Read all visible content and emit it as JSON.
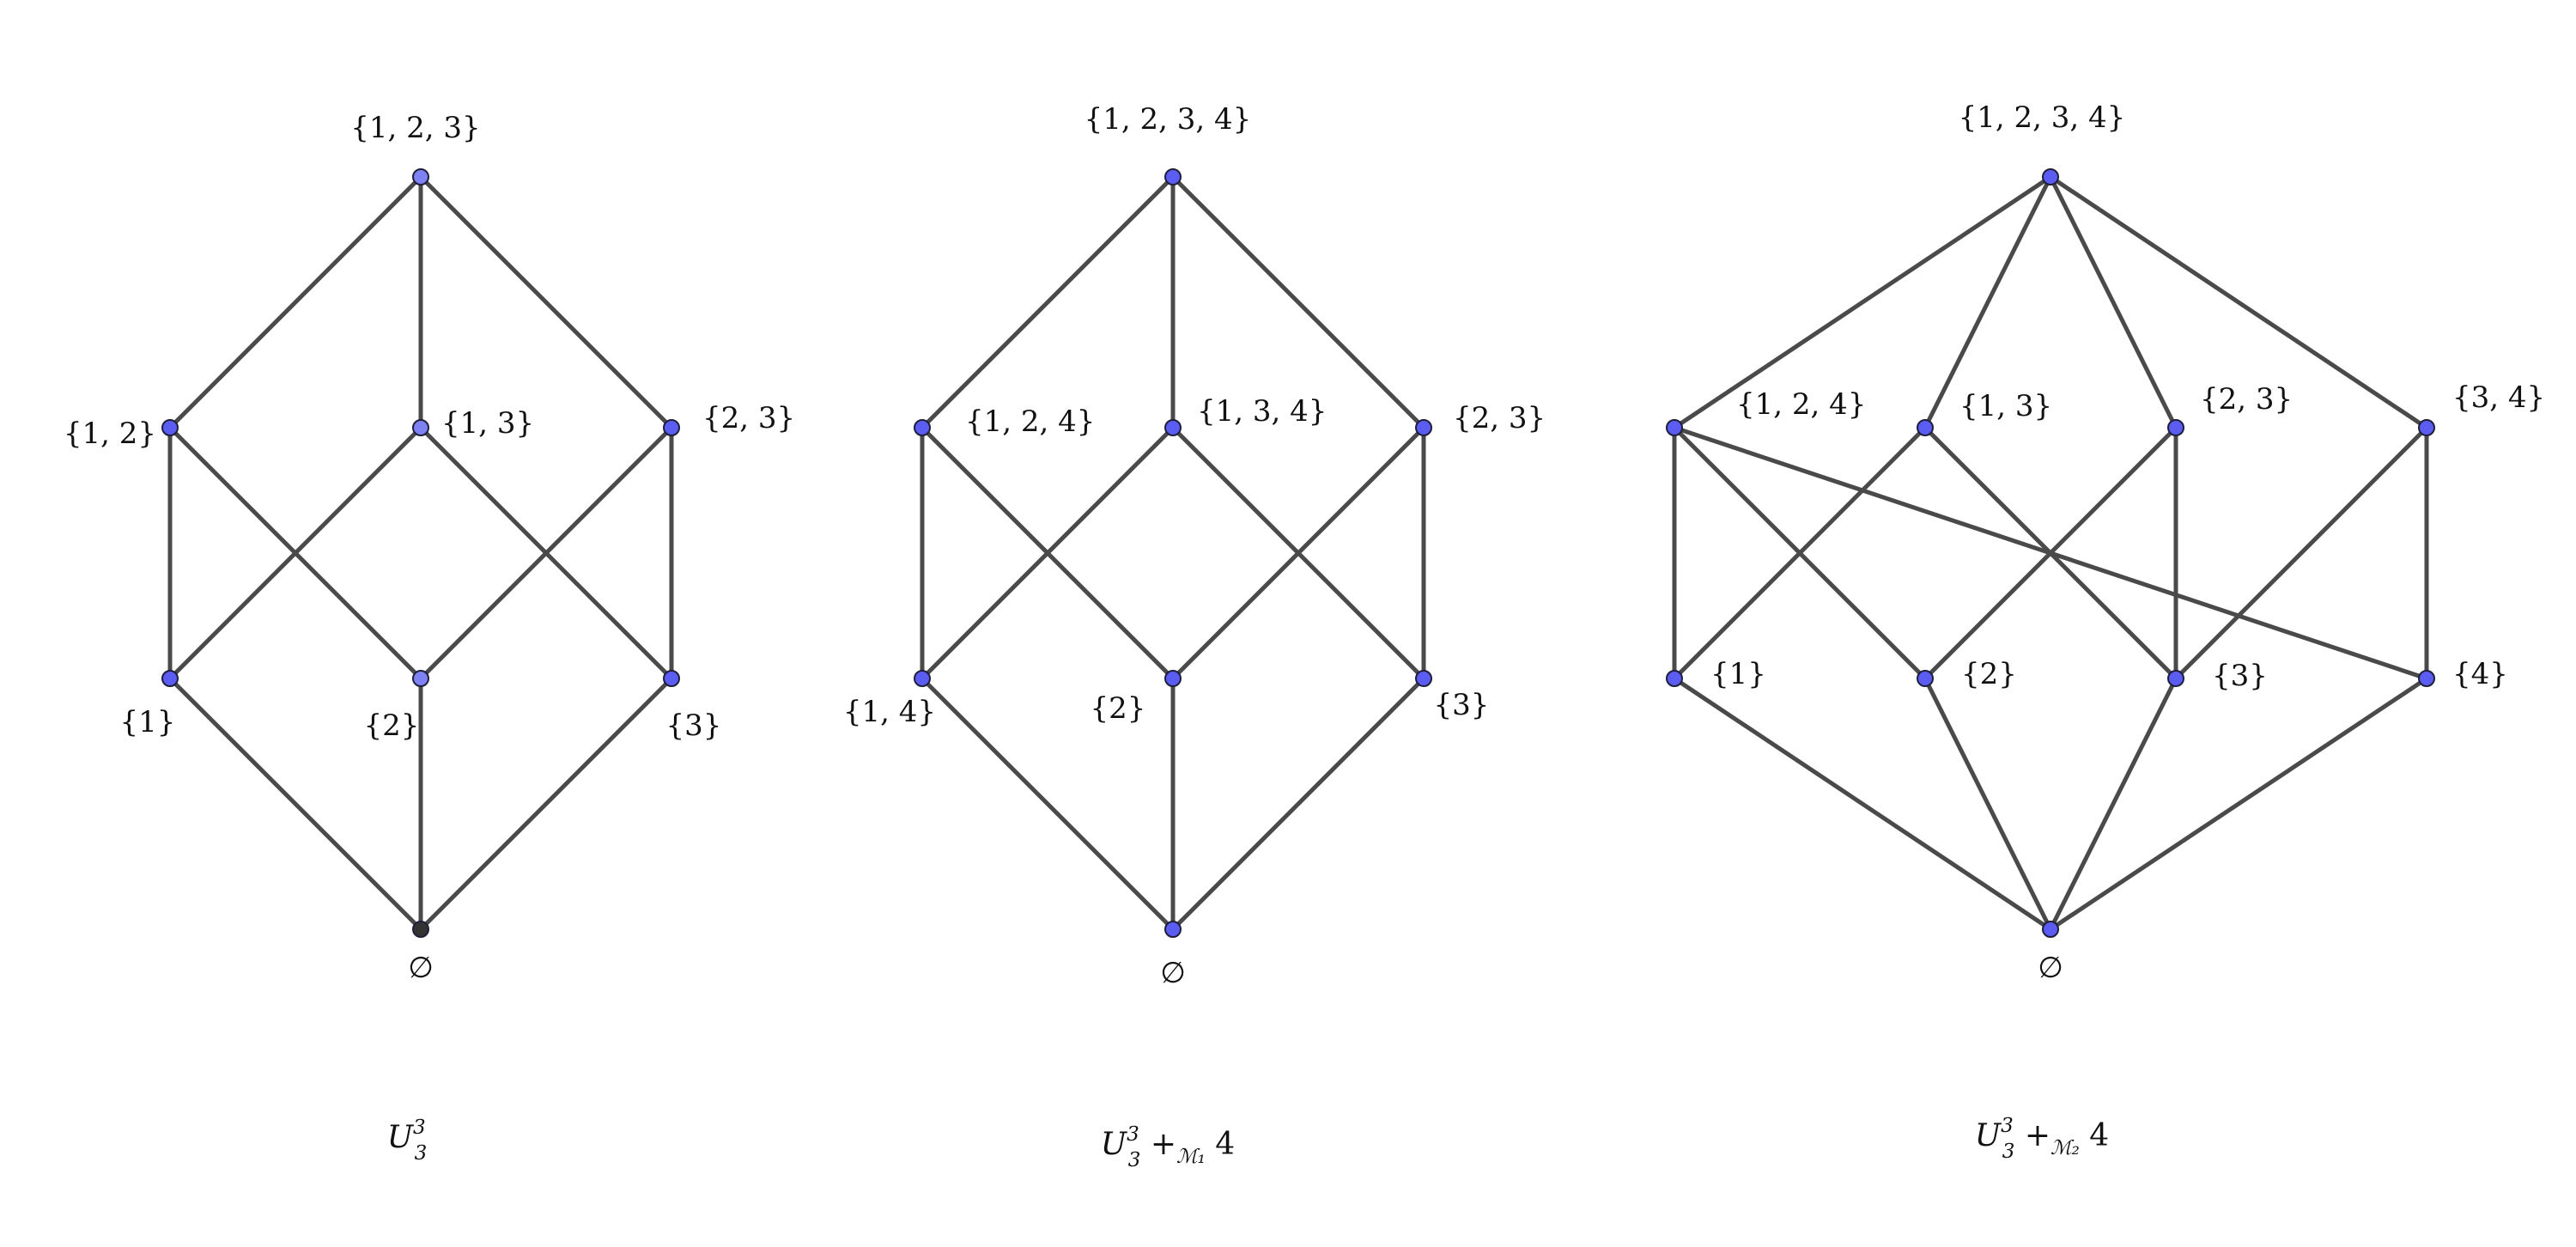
{
  "colors": {
    "node_fill": "#5a5cf2",
    "node_fill_light": "#7f82f2",
    "node_fill_empty": "#333333",
    "edge": "#4a4a4a"
  },
  "diagrams": [
    {
      "caption": {
        "base": "U",
        "sup": "3",
        "sub": "3",
        "suffix": ""
      },
      "nodes": [
        {
          "id": "top",
          "label": "{1, 2, 3}",
          "style": "light"
        },
        {
          "id": "12",
          "label": "{1, 2}",
          "style": "normal"
        },
        {
          "id": "13",
          "label": "{1, 3}",
          "style": "light"
        },
        {
          "id": "23",
          "label": "{2, 3}",
          "style": "normal"
        },
        {
          "id": "1",
          "label": "{1}",
          "style": "normal"
        },
        {
          "id": "2",
          "label": "{2}",
          "style": "light"
        },
        {
          "id": "3",
          "label": "{3}",
          "style": "normal"
        },
        {
          "id": "empty",
          "label": "∅",
          "style": "empty"
        }
      ],
      "edges": [
        [
          "top",
          "12"
        ],
        [
          "top",
          "13"
        ],
        [
          "top",
          "23"
        ],
        [
          "12",
          "1"
        ],
        [
          "12",
          "2"
        ],
        [
          "13",
          "1"
        ],
        [
          "13",
          "3"
        ],
        [
          "23",
          "2"
        ],
        [
          "23",
          "3"
        ],
        [
          "1",
          "empty"
        ],
        [
          "2",
          "empty"
        ],
        [
          "3",
          "empty"
        ]
      ]
    },
    {
      "caption": {
        "base": "U",
        "sup": "3",
        "sub": "3",
        "suffix": " +",
        "op_sub": "ℳ₁",
        "tail": " 4"
      },
      "nodes": [
        {
          "id": "top",
          "label": "{1, 2, 3, 4}",
          "style": "normal"
        },
        {
          "id": "124",
          "label": "{1, 2, 4}",
          "style": "normal"
        },
        {
          "id": "134",
          "label": "{1, 3, 4}",
          "style": "normal"
        },
        {
          "id": "23",
          "label": "{2, 3}",
          "style": "normal"
        },
        {
          "id": "14",
          "label": "{1, 4}",
          "style": "normal"
        },
        {
          "id": "2",
          "label": "{2}",
          "style": "normal"
        },
        {
          "id": "3",
          "label": "{3}",
          "style": "normal"
        },
        {
          "id": "empty",
          "label": "∅",
          "style": "normal"
        }
      ],
      "edges": [
        [
          "top",
          "124"
        ],
        [
          "top",
          "134"
        ],
        [
          "top",
          "23"
        ],
        [
          "124",
          "14"
        ],
        [
          "124",
          "2"
        ],
        [
          "134",
          "14"
        ],
        [
          "134",
          "3"
        ],
        [
          "23",
          "2"
        ],
        [
          "23",
          "3"
        ],
        [
          "14",
          "empty"
        ],
        [
          "2",
          "empty"
        ],
        [
          "3",
          "empty"
        ]
      ]
    },
    {
      "caption": {
        "base": "U",
        "sup": "3",
        "sub": "3",
        "suffix": " +",
        "op_sub": "ℳ₂",
        "tail": " 4"
      },
      "nodes": [
        {
          "id": "top",
          "label": "{1, 2, 3, 4}",
          "style": "normal"
        },
        {
          "id": "124",
          "label": "{1, 2, 4}",
          "style": "normal"
        },
        {
          "id": "13",
          "label": "{1, 3}",
          "style": "normal"
        },
        {
          "id": "23",
          "label": "{2, 3}",
          "style": "normal"
        },
        {
          "id": "34",
          "label": "{3, 4}",
          "style": "normal"
        },
        {
          "id": "1",
          "label": "{1}",
          "style": "normal"
        },
        {
          "id": "2",
          "label": "{2}",
          "style": "normal"
        },
        {
          "id": "3",
          "label": "{3}",
          "style": "normal"
        },
        {
          "id": "4",
          "label": "{4}",
          "style": "normal"
        },
        {
          "id": "empty",
          "label": "∅",
          "style": "normal"
        }
      ],
      "edges": [
        [
          "top",
          "124"
        ],
        [
          "top",
          "13"
        ],
        [
          "top",
          "23"
        ],
        [
          "top",
          "34"
        ],
        [
          "124",
          "1"
        ],
        [
          "124",
          "2"
        ],
        [
          "124",
          "4"
        ],
        [
          "13",
          "1"
        ],
        [
          "13",
          "3"
        ],
        [
          "23",
          "2"
        ],
        [
          "23",
          "3"
        ],
        [
          "34",
          "3"
        ],
        [
          "34",
          "4"
        ],
        [
          "1",
          "empty"
        ],
        [
          "2",
          "empty"
        ],
        [
          "3",
          "empty"
        ],
        [
          "4",
          "empty"
        ]
      ]
    }
  ]
}
